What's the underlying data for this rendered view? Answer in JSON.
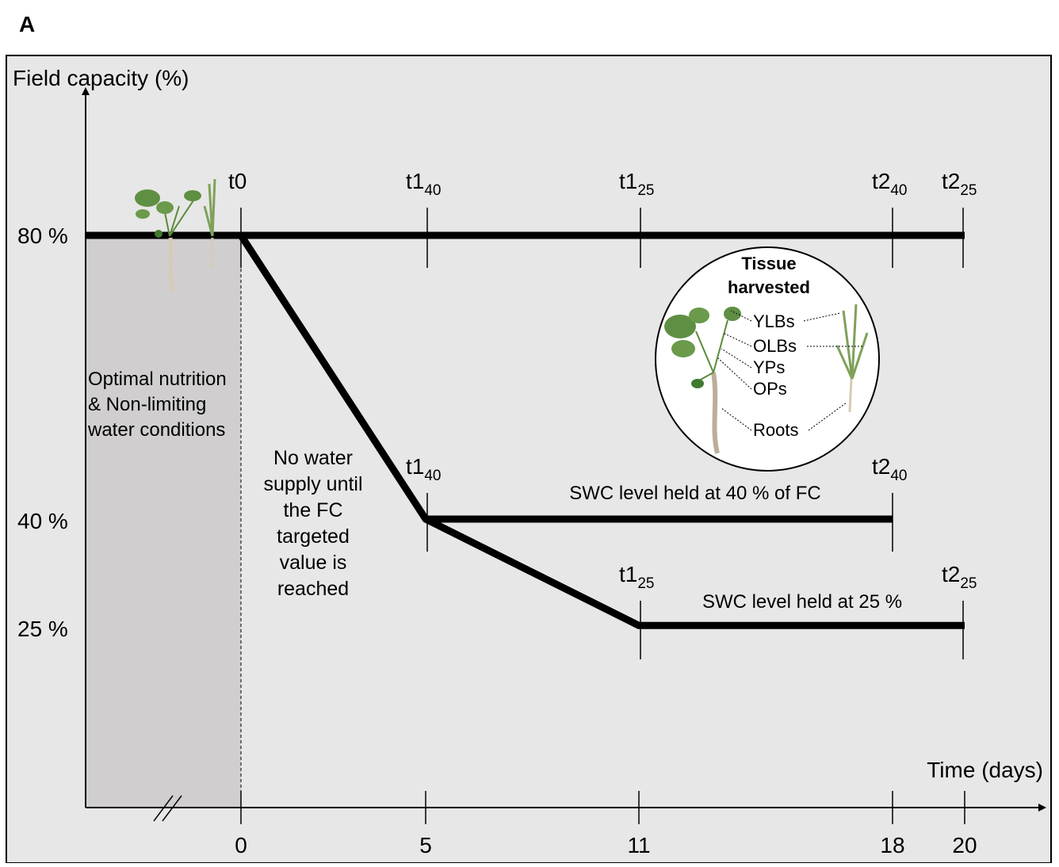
{
  "panel_label": "A",
  "y_axis": {
    "title": "Field capacity (%)",
    "ticks": [
      "80 %",
      "40 %",
      "25 %"
    ]
  },
  "x_axis": {
    "title": "Time (days)",
    "ticks": [
      "0",
      "5",
      "11",
      "18",
      "20"
    ]
  },
  "timepoints": {
    "t0": "t0",
    "t1_40": {
      "base": "t1",
      "sub": "40"
    },
    "t1_25": {
      "base": "t1",
      "sub": "25"
    },
    "t2_40": {
      "base": "t2",
      "sub": "40"
    },
    "t2_25": {
      "base": "t2",
      "sub": "25"
    }
  },
  "annotations": {
    "optimal": [
      "Optimal nutrition",
      "& Non-limiting",
      "water conditions"
    ],
    "no_water": [
      "No water",
      "supply until",
      "the FC",
      "targeted",
      "value is",
      "reached"
    ],
    "hold_40": "SWC level held at 40 % of FC",
    "hold_25": "SWC level held at 25 %"
  },
  "tissue": {
    "title": [
      "Tissue",
      "harvested"
    ],
    "items": [
      "YLBs",
      "OLBs",
      "YPs",
      "OPs",
      "Roots"
    ]
  },
  "chart_data": {
    "type": "line",
    "xlabel": "Time (days)",
    "ylabel": "Field capacity (%)",
    "x_ticks": [
      0,
      5,
      11,
      18,
      20
    ],
    "y_ticks": [
      80,
      40,
      25
    ],
    "series": [
      {
        "points": [
          [
            0,
            80
          ],
          [
            20,
            80
          ]
        ]
      },
      {
        "points": [
          [
            0,
            80
          ],
          [
            5,
            40
          ],
          [
            18,
            40
          ]
        ]
      },
      {
        "points": [
          [
            5,
            40
          ],
          [
            11,
            25
          ],
          [
            20,
            25
          ]
        ]
      }
    ],
    "colors": {
      "line": "#000000",
      "background": "#e7e7e7",
      "shaded": "#d0cece"
    }
  }
}
